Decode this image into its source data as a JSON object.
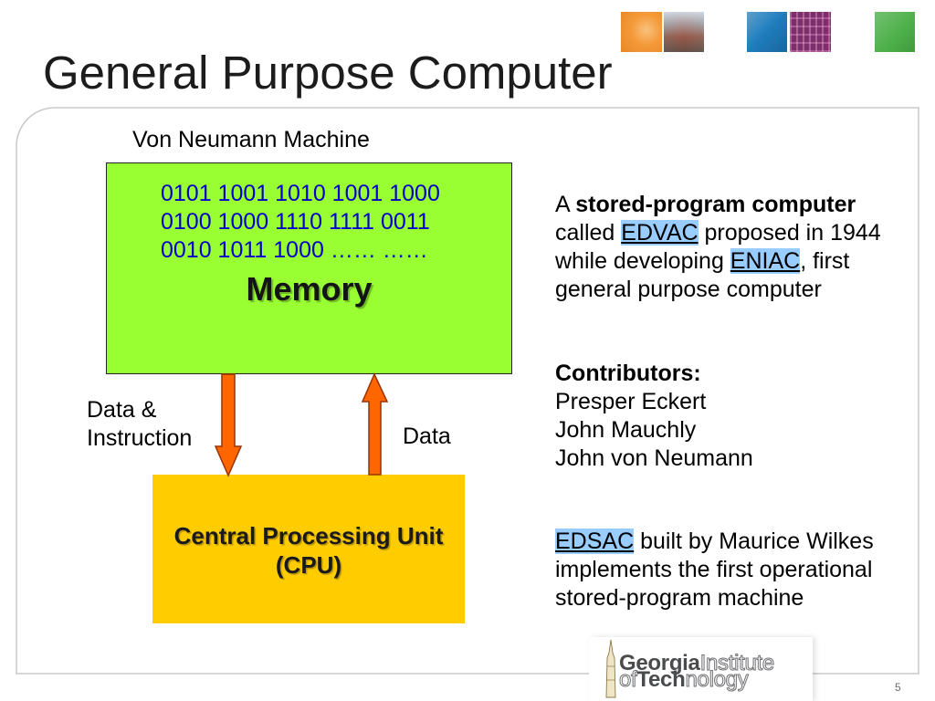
{
  "slide": {
    "title": "General Purpose Computer",
    "page_number": "5",
    "header_tiles": [
      {
        "color": "#f2922e"
      },
      {
        "color": "#8e8884"
      },
      {
        "color": "#1e7cbd"
      },
      {
        "color": "#7c2f6b"
      },
      {
        "color": "#4caf48"
      }
    ]
  },
  "diagram": {
    "heading": "Von Neumann Machine",
    "memory": {
      "binary_lines": [
        "0101 1001 1010 1001 1000",
        "0100 1000 1110 1111 0011",
        "0010 1011 1000 …… ……"
      ],
      "label": "Memory",
      "fill_color": "#99ff33",
      "binary_color": "#0000cc"
    },
    "cpu": {
      "label_lines": [
        "Central Processing Unit",
        "(CPU)"
      ],
      "fill_color": "#ffcc00"
    },
    "arrows": {
      "memory_to_cpu_label_lines": [
        "Data &",
        "Instruction"
      ],
      "cpu_to_memory_label": "Data",
      "fill_color": "#ff6600",
      "outline_color": "#993300"
    }
  },
  "notes": {
    "highlight_color": "#99ccff",
    "edvac": {
      "intro": "A ",
      "term": "stored-program computer",
      "called": "called ",
      "edvac_link": "EDVAC",
      "proposed": " proposed in 1944",
      "developing": "while developing ",
      "eniac_link": "ENIAC",
      "first": ", first",
      "general": "general purpose computer"
    },
    "contributors": {
      "heading": "Contributors:",
      "names": [
        "Presper Eckert",
        "John Mauchly",
        "John von Neumann"
      ]
    },
    "edsac": {
      "edsac_link": "EDSAC",
      "built_by": " built by Maurice Wilkes",
      "implements": "implements the first operational",
      "machine": "stored-program machine"
    }
  },
  "logo": {
    "georgia": "Georgia",
    "institute": "Institute",
    "of": "of",
    "tech": "Tech",
    "nology": "nology"
  }
}
